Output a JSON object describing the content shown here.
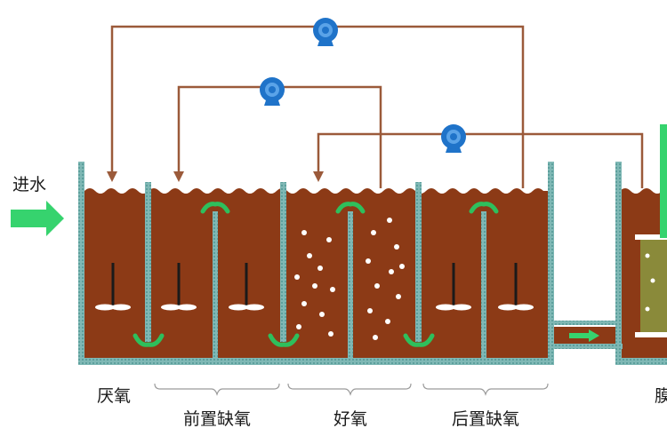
{
  "labels": {
    "inflow": "进水",
    "anaerobic": "厌氧",
    "pre_anoxic": "前置缺氧",
    "aerobic": "好氧",
    "post_anoxic": "后置缺氧",
    "membrane_partial": "膜"
  },
  "colors": {
    "sludge": "#8c3a16",
    "wall": "#7fb8b5",
    "wall_edge": "#4f8e8c",
    "pipe": "#9b5a3a",
    "pump": "#1f73c9",
    "arrow": "#36d36e",
    "impeller": "#ffffff",
    "bubble": "#ffffff",
    "membrane": "#8a8a3a"
  },
  "icons": {
    "pump": "centrifugal-pump-icon",
    "mixer": "mixer-impeller-icon",
    "flow": "flow-arrow-icon",
    "bubble": "aeration-bubble-icon"
  }
}
